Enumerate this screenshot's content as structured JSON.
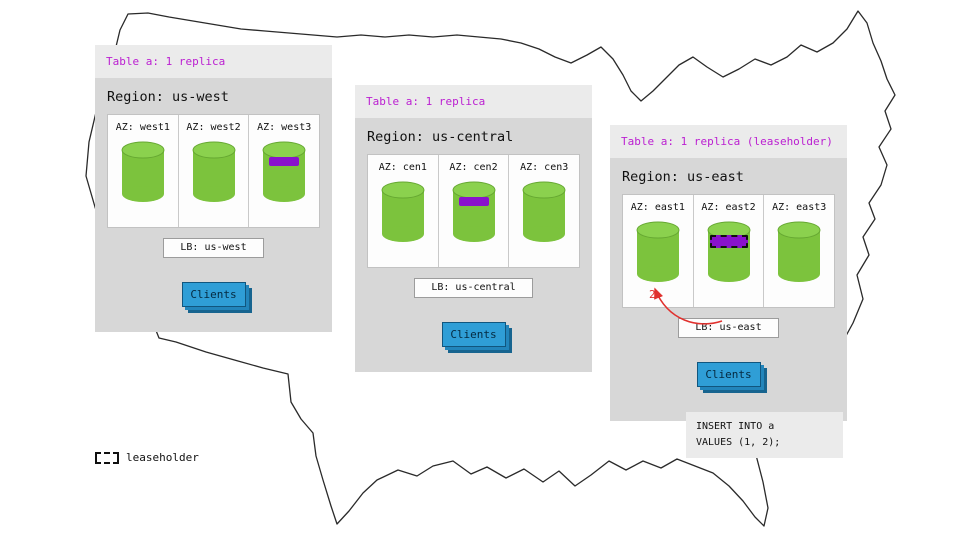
{
  "legend": {
    "label": "leaseholder"
  },
  "regions": [
    {
      "table_label": "Table a: 1 replica",
      "region_label": "Region: us-west",
      "lb_label": "LB: us-west",
      "clients_label": "Clients",
      "azs": [
        {
          "label": "AZ: west1",
          "replica": false,
          "leaseholder": false
        },
        {
          "label": "AZ: west2",
          "replica": false,
          "leaseholder": false
        },
        {
          "label": "AZ: west3",
          "replica": true,
          "leaseholder": false
        }
      ]
    },
    {
      "table_label": "Table a: 1 replica",
      "region_label": "Region: us-central",
      "lb_label": "LB: us-central",
      "clients_label": "Clients",
      "azs": [
        {
          "label": "AZ: cen1",
          "replica": false,
          "leaseholder": false
        },
        {
          "label": "AZ: cen2",
          "replica": true,
          "leaseholder": false
        },
        {
          "label": "AZ: cen3",
          "replica": false,
          "leaseholder": false
        }
      ]
    },
    {
      "table_label": "Table a: 1 replica (leaseholder)",
      "region_label": "Region: us-east",
      "lb_label": "LB: us-east",
      "clients_label": "Clients",
      "azs": [
        {
          "label": "AZ: east1",
          "replica": false,
          "leaseholder": false
        },
        {
          "label": "AZ: east2",
          "replica": true,
          "leaseholder": true
        },
        {
          "label": "AZ: east3",
          "replica": false,
          "leaseholder": false
        }
      ],
      "annotation": {
        "step_number": "2"
      }
    }
  ],
  "sql_note": {
    "lines": [
      "INSERT INTO a",
      "VALUES (1, 2);"
    ]
  },
  "colors": {
    "replica_green": "#7cc33d",
    "replica_green_top": "#8bd14e",
    "leaseholder_purple": "#8912cc",
    "clients_blue": "#2f9ed6",
    "table_label_purple": "#bb1fd1",
    "annotation_red": "#e0312e",
    "panel_gray": "#d7d7d7",
    "panel_header_gray": "#ebebeb"
  }
}
